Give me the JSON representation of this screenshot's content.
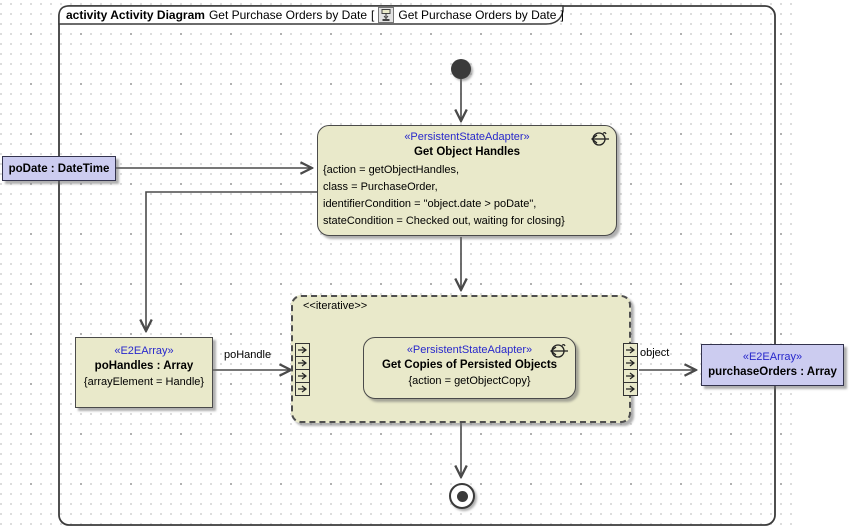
{
  "tab": {
    "keyword": "activity Activity Diagram",
    "diagram_name": "Get Purchase Orders by Date",
    "open_bracket": "[",
    "context_name": "Get Purchase Orders by Date",
    "close_bracket": "]"
  },
  "nodes": {
    "poDate": {
      "label": "poDate : DateTime"
    },
    "getObjectHandles": {
      "stereotype": "«PersistentStateAdapter»",
      "name": "Get Object Handles",
      "properties": [
        "{action = getObjectHandles,",
        "class = PurchaseOrder,",
        "identifierCondition = \"object.date > poDate\",",
        "stateCondition = Checked out, waiting for closing}"
      ]
    },
    "poHandles": {
      "stereotype": "«E2EArray»",
      "name": "poHandles : Array",
      "property": "{arrayElement = Handle}"
    },
    "region": {
      "keyword": "<<iterative>>"
    },
    "getCopies": {
      "stereotype": "«PersistentStateAdapter»",
      "name": "Get Copies of Persisted Objects",
      "property": "{action = getObjectCopy}"
    },
    "purchaseOrders": {
      "stereotype": "«E2EArray»",
      "name": "purchaseOrders : Array"
    }
  },
  "edges": {
    "poHandle_label": "poHandle",
    "object_label": "object"
  },
  "icons": {
    "tab_icon": "activity-diagram-icon",
    "action_icon": "persistent-state-adapter-icon"
  },
  "colors": {
    "stereotype_blue": "#2828cc",
    "node_fill": "#e9e9ca",
    "parameter_fill": "#ccccf0",
    "edge_color": "#4a4a4a",
    "border_color": "#4a4a4a"
  }
}
